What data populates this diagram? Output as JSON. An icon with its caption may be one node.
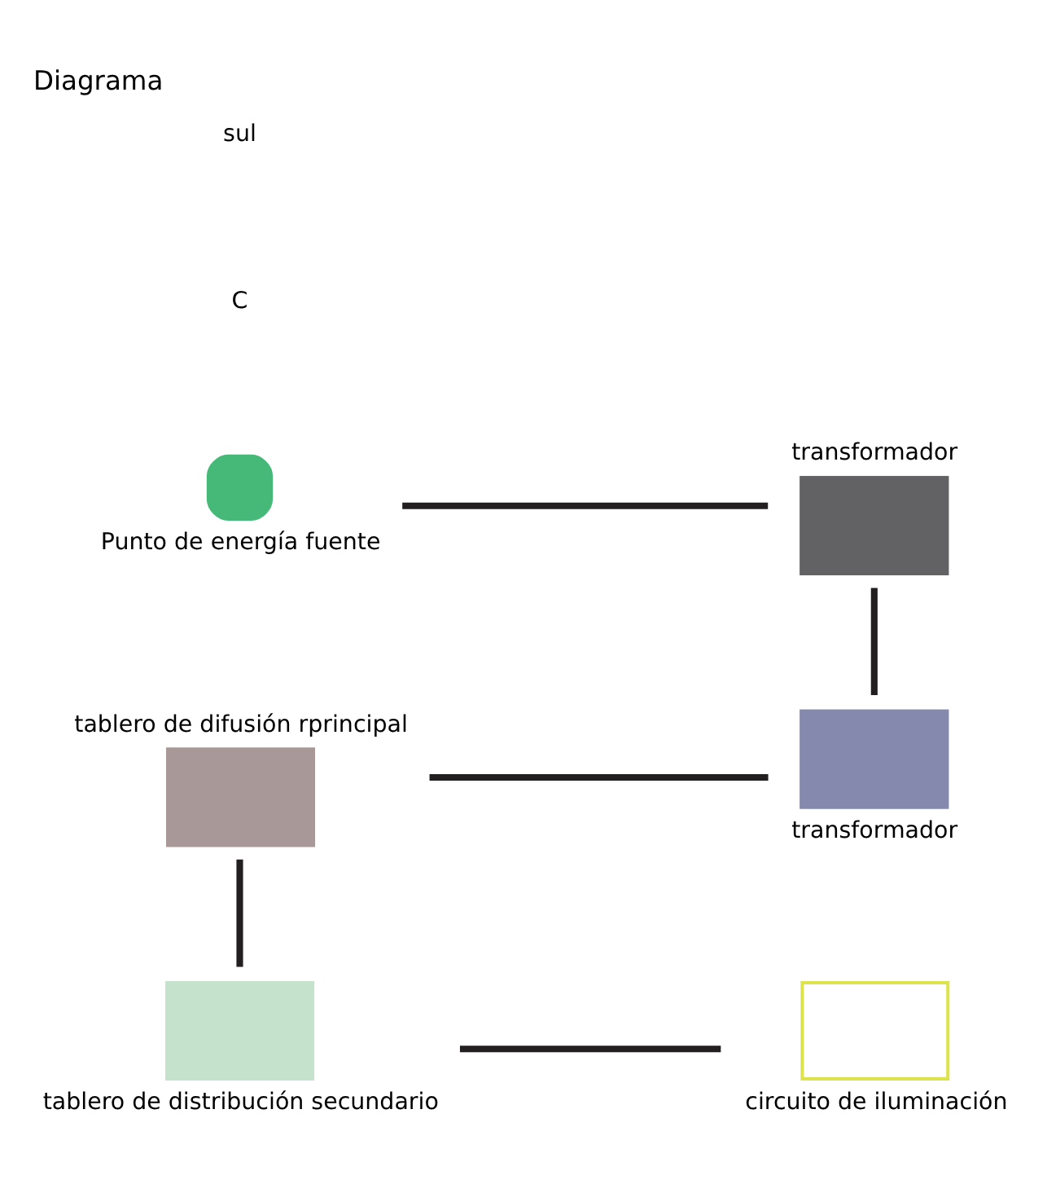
{
  "diagram": {
    "title": "Diagrama",
    "nodes": [
      {
        "text": [
          "Punto de energía fuente"
        ]
      },
      {
        "text": [
          "transformador"
        ]
      },
      {
        "text": [
          "tablero de difusión rprincipal"
        ]
      },
      {
        "text": [
          "transformador"
        ]
      },
      {
        "text": [
          "tablero de distribución secundario"
        ]
      },
      {
        "text": [
          "circuito de iluminación"
        ]
      }
    ],
    "edges": [
      {
        "from": 0,
        "to": 1,
        "arrow": "none"
      },
      {
        "from": 1,
        "to": 3,
        "arrow": "none"
      },
      {
        "from": 3,
        "to": 2,
        "arrow": "none"
      },
      {
        "from": 2,
        "to": 4,
        "arrow": "none"
      },
      {
        "from": 4,
        "to": 5,
        "arrow": "none"
      }
    ],
    "labels": [
      "C",
      "sul"
    ]
  }
}
